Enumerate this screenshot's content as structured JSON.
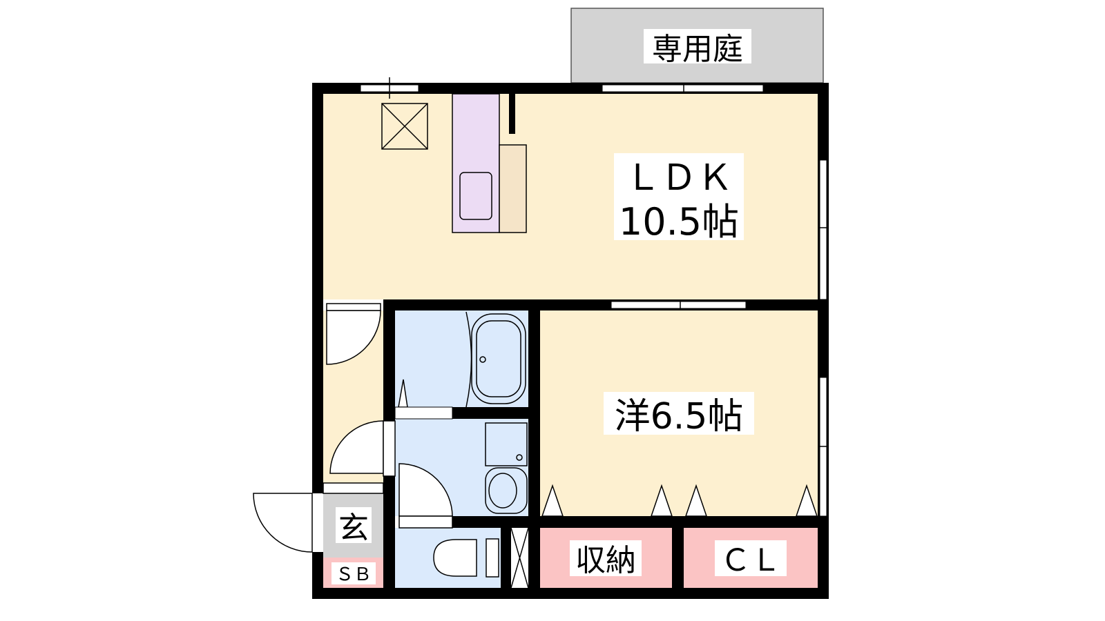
{
  "garden": {
    "label": "専用庭"
  },
  "rooms": {
    "ldk": {
      "name": "ＬＤＫ",
      "size": "10.5帖"
    },
    "western": {
      "name": "洋6.5帖"
    },
    "storage": {
      "name": "収納"
    },
    "closet": {
      "name": "ＣＬ"
    },
    "entrance": {
      "name": "玄"
    },
    "shoebox": {
      "name": "ＳＢ"
    }
  },
  "colors": {
    "floor": "#fdf0d0",
    "wet": "#dbeafc",
    "storage": "#fbc4c4",
    "entrance": "#d3d3d3",
    "kitchen": "#ecdcf4",
    "counter": "#f5e4c8",
    "wall": "#000000"
  }
}
